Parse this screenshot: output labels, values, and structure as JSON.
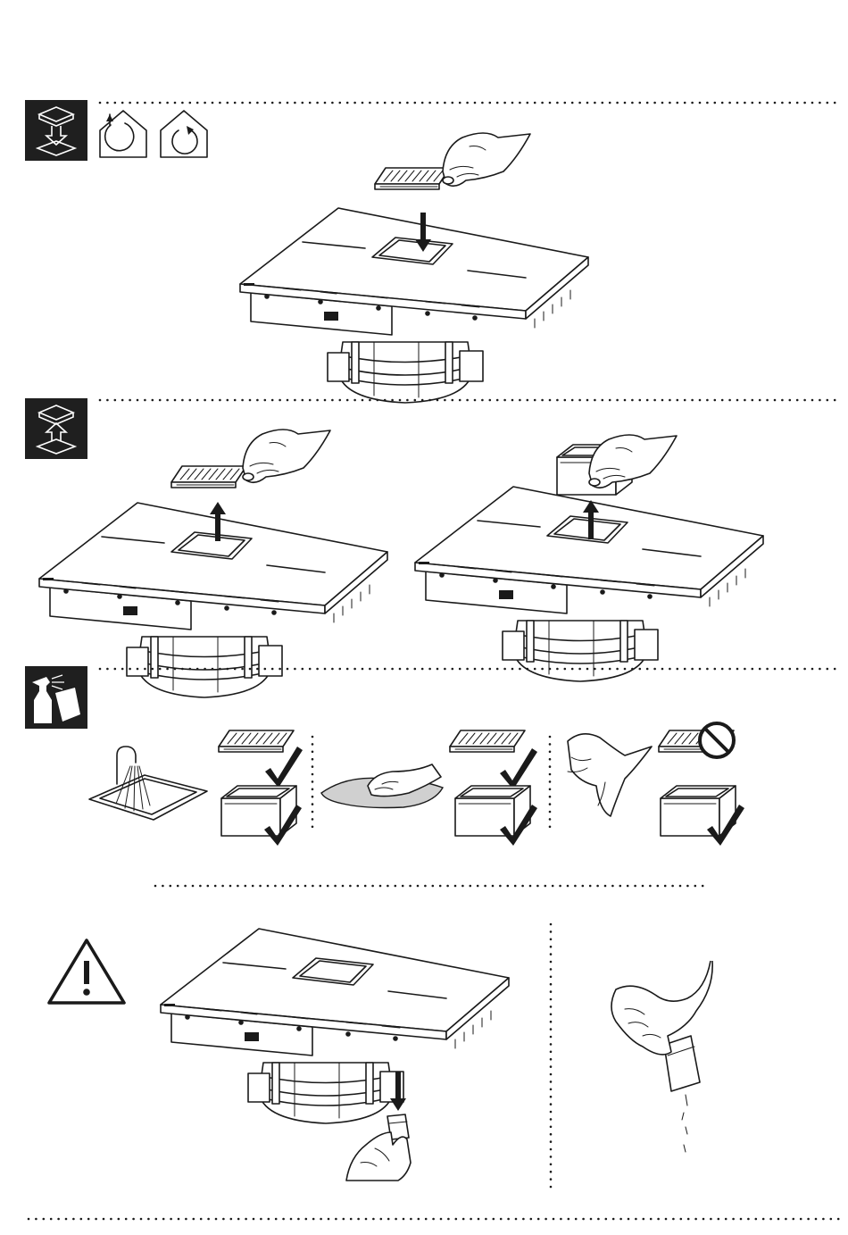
{
  "sections": [
    {
      "id": "install",
      "icons": [
        "filter-insert-icon",
        "recirculation-house-icon",
        "recirculation-house-alt-icon"
      ],
      "action": "insert-grease-filter"
    },
    {
      "id": "remove",
      "icons": [
        "filter-remove-icon"
      ],
      "actions": [
        "remove-grease-filter",
        "remove-filter-tray"
      ]
    },
    {
      "id": "cleaning",
      "icons": [
        "cleaning-spray-icon"
      ],
      "methods": [
        {
          "method": "rinse-under-tap",
          "grid": "allowed",
          "tray": "allowed"
        },
        {
          "method": "wipe-with-cloth",
          "grid": "allowed",
          "tray": "allowed"
        },
        {
          "method": "dishwasher-hands",
          "grid": "not-allowed",
          "tray": "allowed"
        }
      ]
    },
    {
      "id": "drain",
      "icons": [
        "warning-triangle-icon"
      ],
      "actions": [
        "remove-liquid-collector",
        "empty-liquid-collector"
      ]
    }
  ],
  "colors": {
    "ink": "#1a1a1a",
    "icon_tile": "#1f1f1f",
    "cloth": "#d0d0d0",
    "paper": "#ffffff"
  }
}
